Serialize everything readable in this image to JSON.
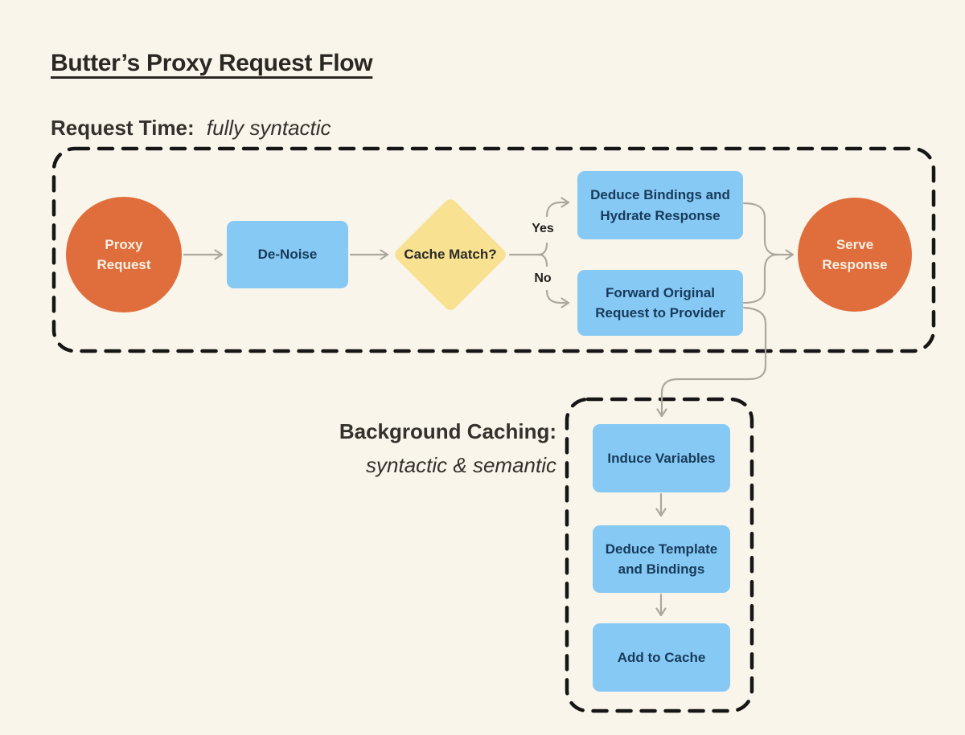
{
  "title": "Butter’s Proxy Request Flow",
  "request_time_section": {
    "label": "Request Time:",
    "qualifier": "fully syntactic"
  },
  "background_caching_section": {
    "label": "Background Caching:",
    "qualifier": "syntactic & semantic"
  },
  "branch_labels": {
    "yes": "Yes",
    "no": "No"
  },
  "nodes": {
    "proxy_request": "Proxy Request",
    "de_noise": "De-Noise",
    "cache_match": "Cache Match?",
    "deduce_bindings": "Deduce Bindings and Hydrate Response",
    "forward_original": "Forward Original Request to Provider",
    "serve_response": "Serve Response",
    "induce_variables": "Induce Variables",
    "deduce_template": "Deduce Template and Bindings",
    "add_to_cache": "Add to Cache"
  },
  "colors": {
    "background": "#FAF5EA",
    "terminal_orange": "#DF6E3C",
    "terminal_text": "#F8F1E4",
    "process_blue": "#85C9F4",
    "process_text": "#183A5A",
    "decision_yellow": "#F8E191",
    "decision_text": "#2B2B27",
    "dashed_border": "#161616",
    "connector_gray": "#ACA79F",
    "heading_text": "#33312C"
  }
}
